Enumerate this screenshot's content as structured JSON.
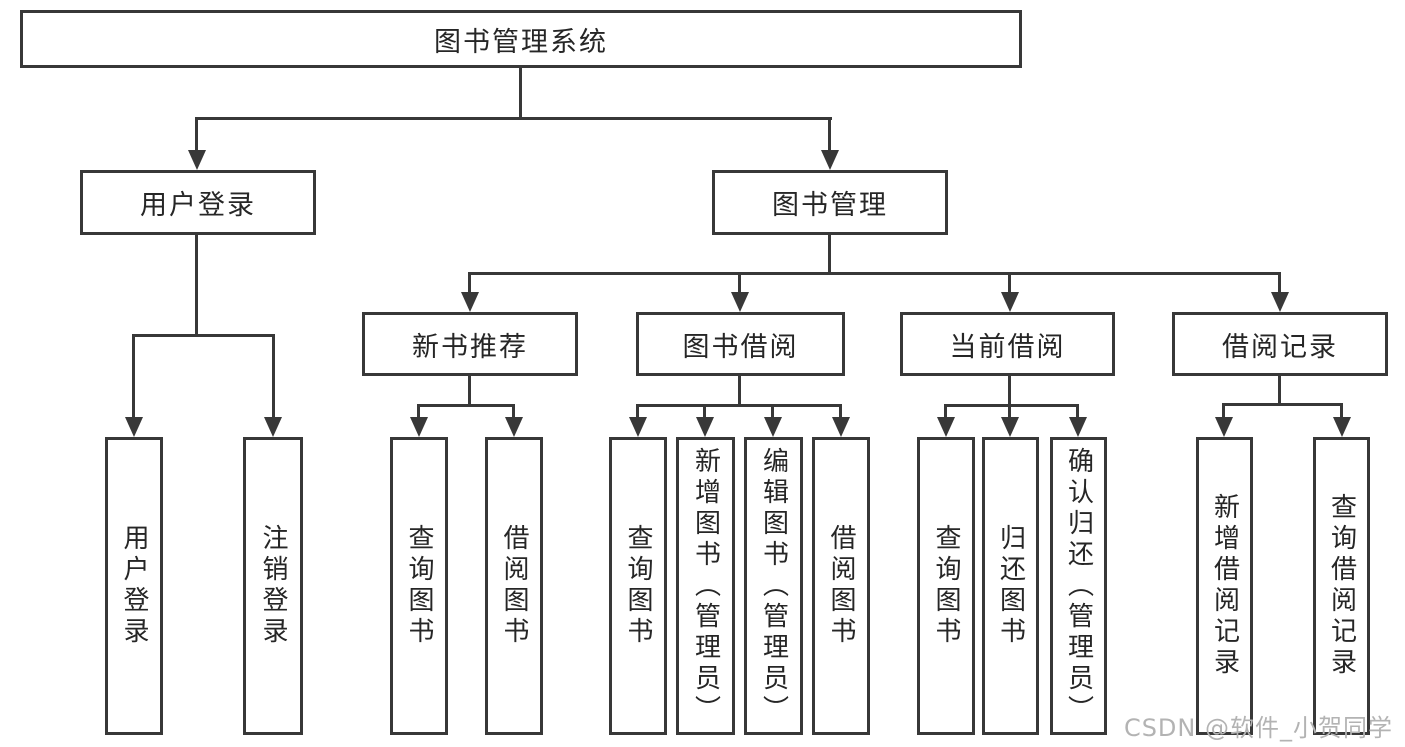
{
  "diagram": {
    "type": "tree",
    "root": "图书管理系统",
    "level2": [
      "用户登录",
      "图书管理"
    ],
    "level3": [
      "新书推荐",
      "图书借阅",
      "当前借阅",
      "借阅记录"
    ],
    "leaves": [
      "用户登录",
      "注销登录",
      "查询图书",
      "借阅图书",
      "查询图书",
      "新增图书（管理员）",
      "编辑图书（管理员）",
      "借阅图书",
      "查询图书",
      "归还图书",
      "确认归还（管理员）",
      "新增借阅记录",
      "查询借阅记录"
    ],
    "hierarchy": {
      "图书管理系统": [
        "用户登录",
        "图书管理"
      ],
      "用户登录": [
        "用户登录",
        "注销登录"
      ],
      "图书管理": [
        "新书推荐",
        "图书借阅",
        "当前借阅",
        "借阅记录"
      ],
      "新书推荐": [
        "查询图书",
        "借阅图书"
      ],
      "图书借阅": [
        "查询图书",
        "新增图书（管理员）",
        "编辑图书（管理员）",
        "借阅图书"
      ],
      "当前借阅": [
        "查询图书",
        "归还图书",
        "确认归还（管理员）"
      ],
      "借阅记录": [
        "新增借阅记录",
        "查询借阅记录"
      ]
    }
  },
  "watermark": "CSDN @软件_小贺同学",
  "colors": {
    "line": "#383838",
    "border": "#383838",
    "text": "#262626",
    "watermark": "#b3b3b3",
    "background": "#ffffff"
  }
}
